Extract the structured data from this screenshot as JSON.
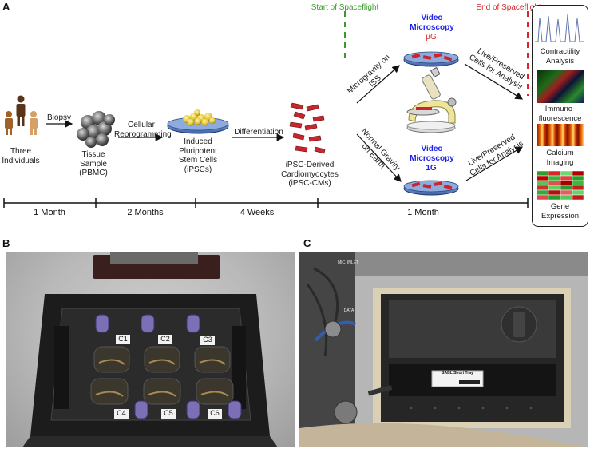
{
  "panels": {
    "a": "A",
    "b": "B",
    "c": "C"
  },
  "labels": {
    "start_spaceflight": "Start of Spaceflight",
    "end_spaceflight": "End of Spaceflight",
    "three_individuals": "Three Individuals",
    "biopsy": "Biopsy",
    "tissue_sample": "Tissue Sample (PBMC)",
    "cellular_reprogramming": "Cellular Reprogramming",
    "ipsc": "Induced Pluripotent Stem Cells (iPSCs)",
    "differentiation": "Differentiation",
    "ipsc_cm": "iPSC-Derived Cardiomyocytes (iPSC-CMs)",
    "microgravity": "Microgravity on ISS",
    "normal_gravity": "Normal Gravity on Earth",
    "video_microscopy": "Video Microscopy",
    "ug": "µG",
    "one_g": "1G",
    "live_preserved": "Live/Preserved Cells for Analysis",
    "contractility": "Contractility Analysis",
    "immuno": "Immuno-fluorescence",
    "calcium": "Calcium Imaging",
    "gene_expression": "Gene Expression"
  },
  "timeline": [
    "1 Month",
    "2 Months",
    "4 Weeks",
    "1 Month"
  ],
  "hardware": {
    "wells": [
      "C1",
      "C2",
      "C3",
      "C4",
      "C5",
      "C6"
    ],
    "tray_label": "SABL Short Tray",
    "side_labels": [
      "DATA",
      "MIC. INLET"
    ]
  },
  "colors": {
    "green": "#3a9a2c",
    "red": "#d5282b",
    "blue": "#1f22e8",
    "dish": "#5b84c8",
    "cell": "#c8262c"
  }
}
